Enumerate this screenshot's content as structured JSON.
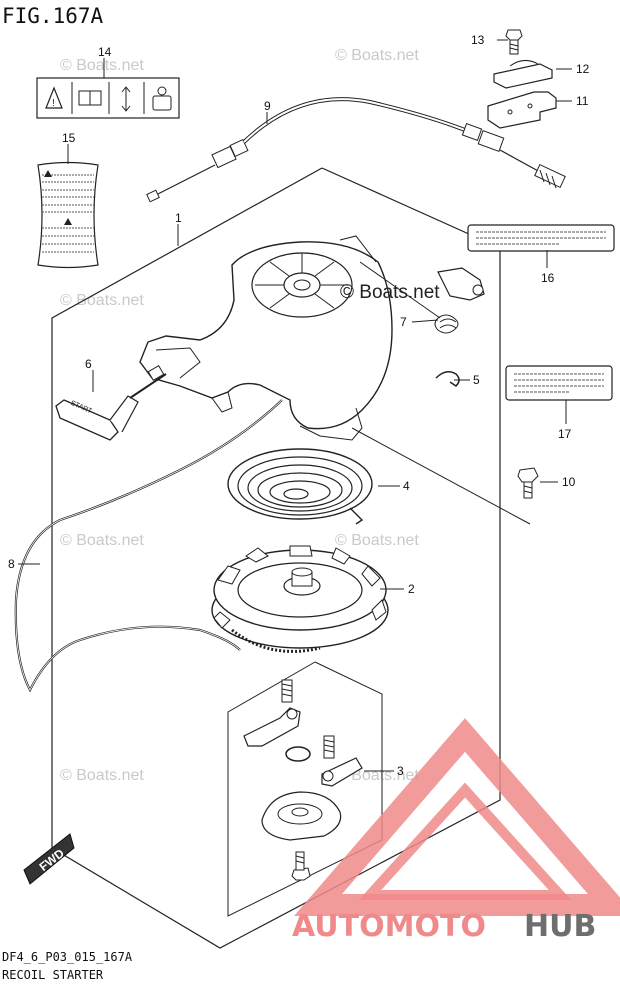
{
  "figure": {
    "title": "FIG.167A",
    "code": "DF4_6_P03_015_167A",
    "name": "RECOIL STARTER"
  },
  "watermark": {
    "text": "© Boats.net",
    "main_text": "© Boats.net"
  },
  "brand": {
    "part1": "AUTOMOTO",
    "part2": "HUB",
    "color1": "#f08a8a",
    "color2": "#707070"
  },
  "direction_tag": "FWD",
  "handle_text": "START",
  "callouts": {
    "c1": "1",
    "c2": "2",
    "c3": "3",
    "c4": "4",
    "c5": "5",
    "c6": "6",
    "c7": "7",
    "c8": "8",
    "c9": "9",
    "c10": "10",
    "c11": "11",
    "c12": "12",
    "c13": "13",
    "c14": "14",
    "c15": "15",
    "c16": "16",
    "c17": "17"
  }
}
